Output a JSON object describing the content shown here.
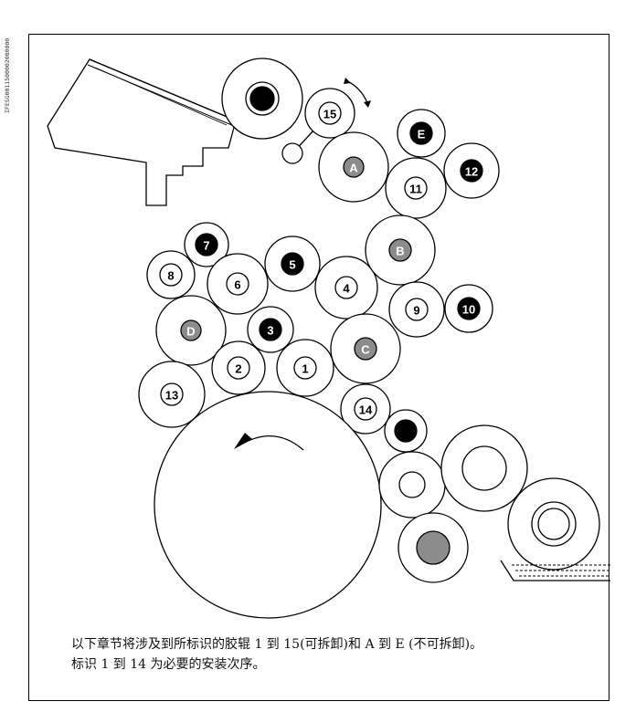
{
  "document_code": "IFESG0011500002000000",
  "rollers": {
    "r15": "15",
    "rA": "A",
    "rE": "E",
    "r12": "12",
    "r11": "11",
    "r7": "7",
    "r8": "8",
    "r6": "6",
    "r5": "5",
    "r4": "4",
    "rB": "B",
    "r9": "9",
    "r10": "10",
    "rD": "D",
    "r3": "3",
    "rC": "C",
    "r2": "2",
    "r1": "1",
    "r13": "13",
    "r14": "14"
  },
  "caption": {
    "line1": "以下章节将涉及到所标识的胶辊 1 到 15(可拆卸)和 A 到 E (不可拆卸)。",
    "line2": "标识 1 到 14 为必要的安装次序。"
  },
  "colors": {
    "line": "#000000",
    "fill_black": "#000000",
    "fill_gray": "#8c8c8c",
    "paper": "#ffffff"
  }
}
